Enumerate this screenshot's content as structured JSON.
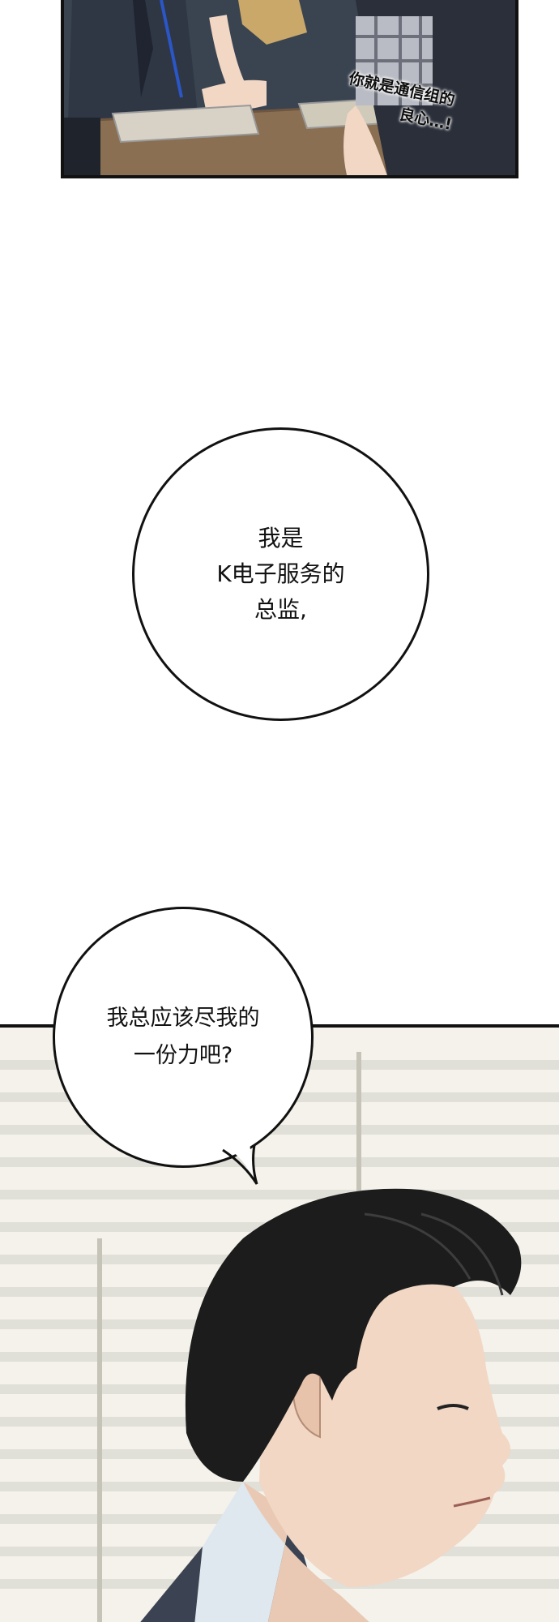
{
  "panels": {
    "top": {
      "caption_line1": "你就是通信组的",
      "caption_line2": "良心…!"
    }
  },
  "bubbles": [
    {
      "line1": "我是",
      "line2": "K电子服务的",
      "line3": "总监,"
    },
    {
      "line1": "我总应该尽我的",
      "line2": "一份力吧?"
    }
  ],
  "colors": {
    "panel_border": "#111111",
    "office_background": "#3a4350",
    "hair": "#1c1c1c",
    "skin": "#f1d7c4",
    "shirt": "#dfe7ef",
    "jacket": "#3b4352"
  }
}
